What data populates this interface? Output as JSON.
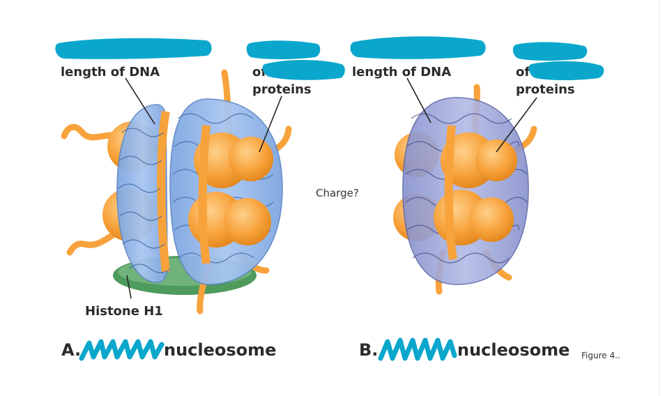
{
  "labels": {
    "a_dna_length": "length of DNA",
    "a_proteins": "proteins",
    "a_of": "of",
    "histone_h1": "Histone H1",
    "a_caption_prefix": "A.",
    "a_caption_suffix": "nucleosome",
    "b_dna_length": "length of DNA",
    "b_proteins": "proteins",
    "b_of": "of",
    "b_caption_prefix": "B.",
    "b_caption_suffix": "nucleosome",
    "charge_note": "Charge?",
    "figure_ref": "Figure 4.."
  },
  "colors": {
    "dna_blue_a": "#8fb4e8",
    "dna_blue_b": "#9aa6d8",
    "histone_orange": "#f7a23b",
    "histone_h1_green": "#4f9a5d",
    "scribble_cyan": "#0aa6cc"
  }
}
